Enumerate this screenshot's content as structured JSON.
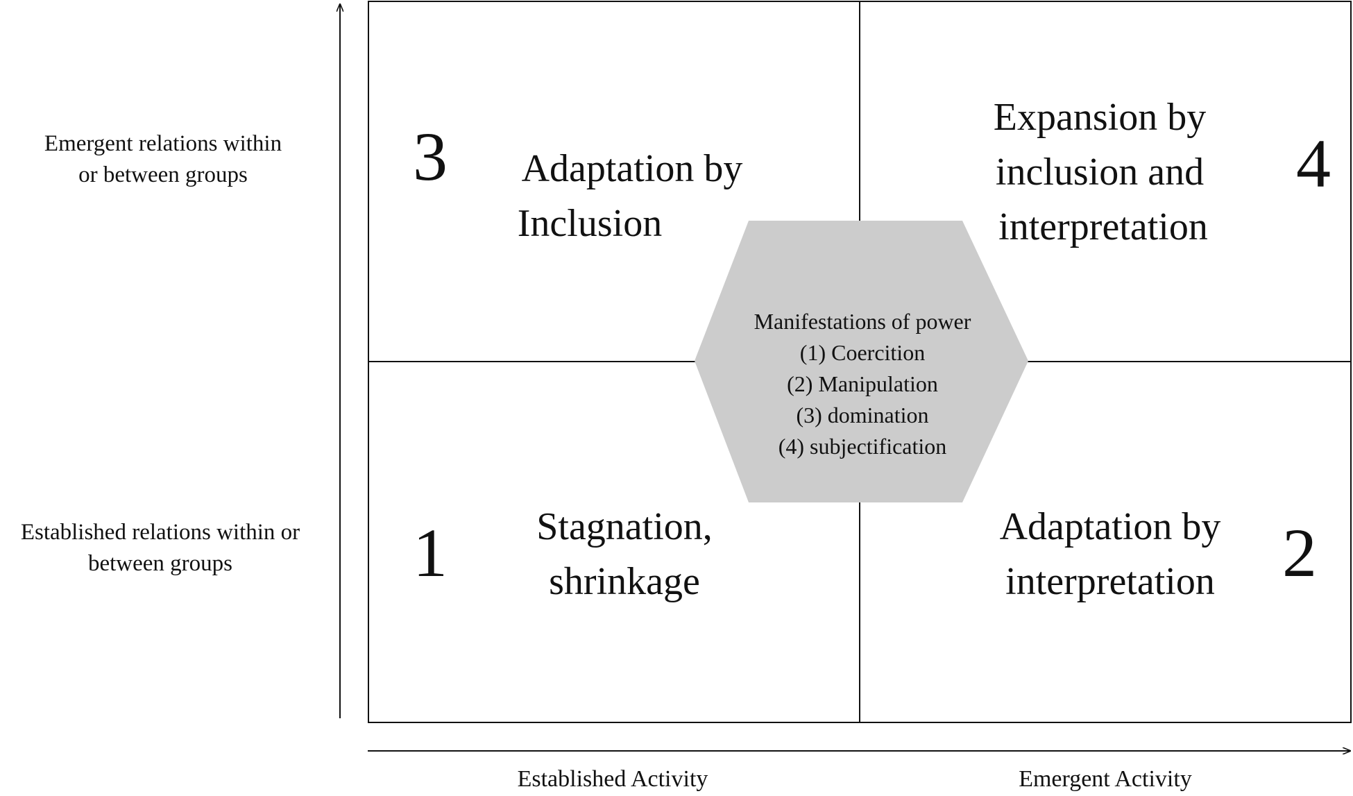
{
  "y_axis": {
    "top_label": "Emergent relations within or between groups",
    "top_lines": [
      "Emergent relations within",
      "or between groups"
    ],
    "bottom_label": "Established relations within or between groups",
    "bottom_lines": [
      "Established relations within or",
      "between groups"
    ]
  },
  "x_axis": {
    "left_label": "Established Activity",
    "right_label": "Emergent Activity"
  },
  "quadrants": {
    "q3": {
      "number": "3",
      "lines": [
        "Adaptation by",
        "Inclusion"
      ]
    },
    "q4": {
      "number": "4",
      "lines": [
        "Expansion by",
        "inclusion and",
        "interpretation"
      ]
    },
    "q1": {
      "number": "1",
      "lines": [
        "Stagnation,",
        "shrinkage"
      ]
    },
    "q2": {
      "number": "2",
      "lines": [
        "Adaptation by",
        "interpretation"
      ]
    }
  },
  "center": {
    "title": "Manifestations of power",
    "items": [
      "(1) Coercition",
      "(2) Manipulation",
      "(3) domination",
      "(4) subjectification"
    ]
  },
  "colors": {
    "line": "#111111",
    "hexagon_fill": "#cccccc"
  }
}
